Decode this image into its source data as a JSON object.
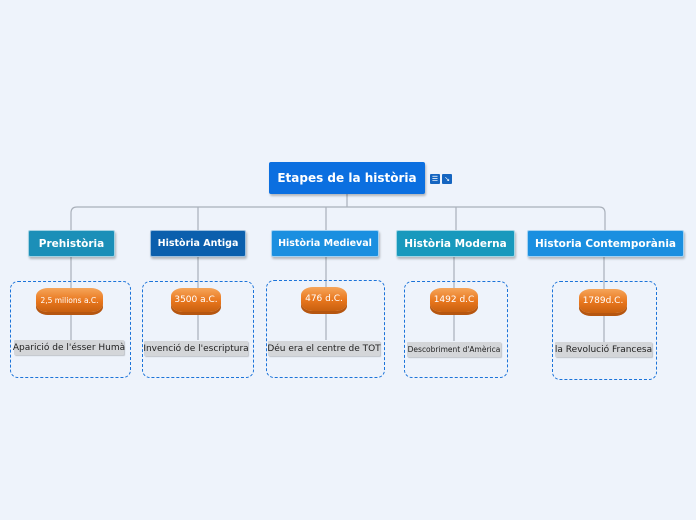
{
  "root": {
    "title": "Etapes de la història",
    "icons": [
      "notes-icon",
      "link-icon"
    ]
  },
  "branches": [
    {
      "label": "Prehistòria",
      "color": "#1b8fb8",
      "date": "2,5 milions a.C.",
      "event": "Aparició de l'ésser Humà"
    },
    {
      "label": "Història Antiga",
      "color": "#0b5fad",
      "date": "3500 a.C.",
      "event": "Invenció de l'escriptura"
    },
    {
      "label": "Història Medieval",
      "color": "#1a8fe0",
      "date": "476 d.C.",
      "event": "Déu era el centre de TOT"
    },
    {
      "label": "Història Moderna",
      "color": "#1899bd",
      "date": "1492 d.C",
      "event": "Descobriment d'Amèrica"
    },
    {
      "label": "Historia Contemporània",
      "color": "#1a8fe0",
      "date": "1789d.C.",
      "event": "la Revolució Francesa"
    }
  ]
}
